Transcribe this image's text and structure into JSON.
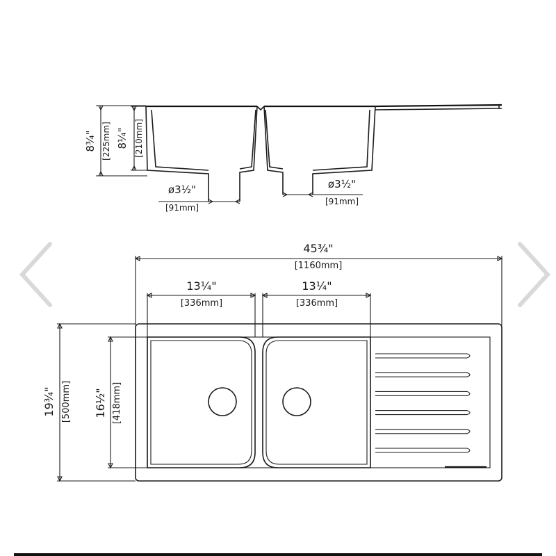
{
  "side_view": {
    "outer_depth_frac": "8¾\"",
    "outer_depth_mm": "[225mm]",
    "inner_depth_frac": "8¼\"",
    "inner_depth_mm": "[210mm]",
    "left_drain_dia": "ø3½\"",
    "left_drain_mm": "[91mm]",
    "right_drain_dia": "ø3½\"",
    "right_drain_mm": "[91mm]"
  },
  "top_view": {
    "overall_length_frac": "45¾\"",
    "overall_length_mm": "[1160mm]",
    "left_bowl_width_frac": "13¼\"",
    "left_bowl_width_mm": "[336mm]",
    "right_bowl_width_frac": "13¼\"",
    "right_bowl_width_mm": "[336mm]",
    "overall_width_frac": "19¾\"",
    "overall_width_mm": "[500mm]",
    "bowl_length_frac": "16½\"",
    "bowl_length_mm": "[418mm]",
    "drainboard_groove_count": 6
  },
  "navigation": {
    "prev_icon": "chevron-left-icon",
    "next_icon": "chevron-right-icon"
  },
  "colors": {
    "line": "#1a1a1a",
    "background": "#ffffff",
    "nav_arrow": "#d9d9d9"
  }
}
